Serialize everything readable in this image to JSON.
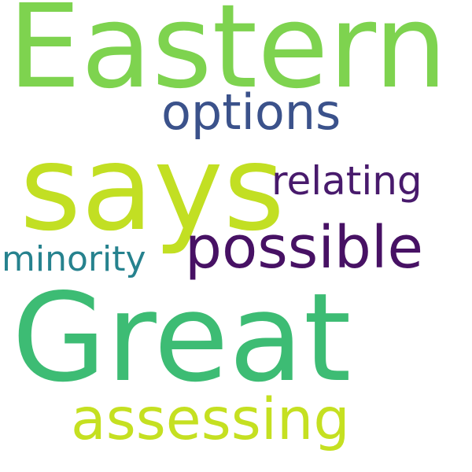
{
  "word_cloud": {
    "words": [
      {
        "id": "w-eastern",
        "text": "Eastern",
        "color": "#7ed34f"
      },
      {
        "id": "w-options",
        "text": "options",
        "color": "#3b528b"
      },
      {
        "id": "w-says",
        "text": "says",
        "color": "#c2df23"
      },
      {
        "id": "w-relating",
        "text": "relating",
        "color": "#481a6c"
      },
      {
        "id": "w-possible",
        "text": "possible",
        "color": "#471164"
      },
      {
        "id": "w-minority",
        "text": "minority",
        "color": "#26828e"
      },
      {
        "id": "w-great",
        "text": "Great",
        "color": "#3dbc74"
      },
      {
        "id": "w-assessing",
        "text": "assessing",
        "color": "#c5e021"
      }
    ]
  }
}
